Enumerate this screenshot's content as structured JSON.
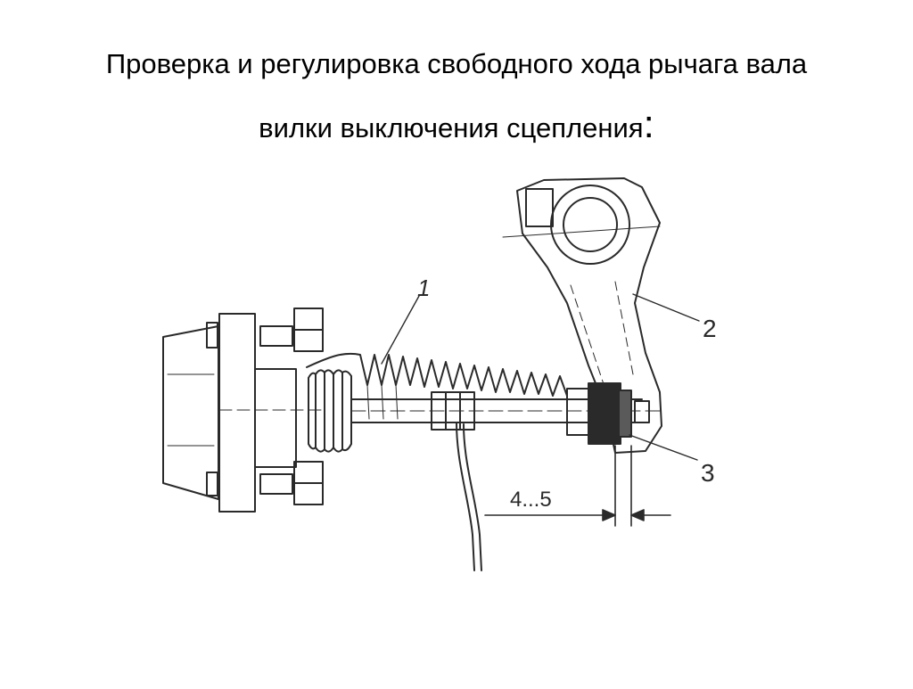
{
  "slide": {
    "title_line1": "Проверка и регулировка свободного хода рычага вала",
    "title_line2": "вилки выключения сцепления",
    "title_colon": ":"
  },
  "diagram": {
    "labels": {
      "part1": "1",
      "part2": "2",
      "part3": "3",
      "dimension": "4...5"
    },
    "colors": {
      "ink": "#2a2a2a",
      "background": "#ffffff"
    }
  }
}
